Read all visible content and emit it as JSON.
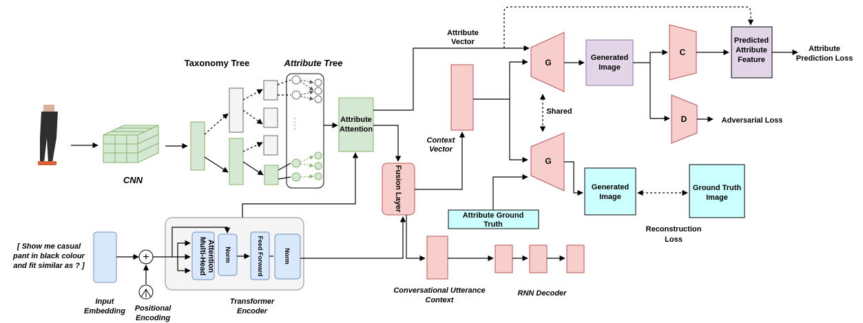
{
  "labels": {
    "cnn": "CNN",
    "taxonomy_tree": "Taxonomy Tree",
    "attribute_tree": "Attribute Tree",
    "attribute_attention_1": "Attribute",
    "attribute_attention_2": "Attention",
    "attribute_vector_1": "Attribute",
    "attribute_vector_2": "Vector",
    "context_vector_1": "Context",
    "context_vector_2": "Vector",
    "fusion_layer": "Fusion Layer",
    "generator_top": "G",
    "generator_bottom": "G",
    "shared": "Shared",
    "generated_image_top_1": "Generated",
    "generated_image_top_2": "Image",
    "generated_image_bottom_1": "Generated",
    "generated_image_bottom_2": "Image",
    "classifier": "C",
    "discriminator": "D",
    "predicted_feature_1": "Predicted",
    "predicted_feature_2": "Attribute",
    "predicted_feature_3": "Feature",
    "attr_pred_loss_1": "Attribute",
    "attr_pred_loss_2": "Prediction Loss",
    "adversarial_loss": "Adversarial Loss",
    "ground_truth_image_1": "Ground Truth",
    "ground_truth_image_2": "Image",
    "reconstruction_loss_1": "Reconstruction",
    "reconstruction_loss_2": "Loss",
    "attribute_ground_truth_1": "Attribute Ground",
    "attribute_ground_truth_2": "Truth",
    "query_1": "[ Show me casual",
    "query_2": "pant in black colour",
    "query_3": "and fit similar as ? ]",
    "input_embedding_1": "Input",
    "input_embedding_2": "Embedding",
    "positional_encoding_1": "Positional",
    "positional_encoding_2": "Encoding",
    "multi_head_attention_1": "Multi-Head",
    "multi_head_attention_2": "Attention",
    "norm_1": "Norm",
    "feed_forward": "Feed Forward",
    "norm_2": "Norm",
    "transformer_encoder_1": "Transformer",
    "transformer_encoder_2": "Encoder",
    "conversational_context_1": "Conversational Utterance",
    "conversational_context_2": "Context",
    "rnn_decoder": "RNN Decoder",
    "plus_symbol": "+"
  },
  "colors": {
    "green_fill": "#d5e8d4",
    "green_stroke": "#82b366",
    "red_fill": "#f8cecc",
    "red_stroke": "#b85450",
    "purple_fill": "#e1d5e7",
    "purple_stroke": "#9673a6",
    "cyan_fill": "#ccffff",
    "blue_fill": "#dae8fc",
    "blue_stroke": "#6c8ebf",
    "gray_fill": "#f5f5f5",
    "gray_stroke": "#666666"
  }
}
